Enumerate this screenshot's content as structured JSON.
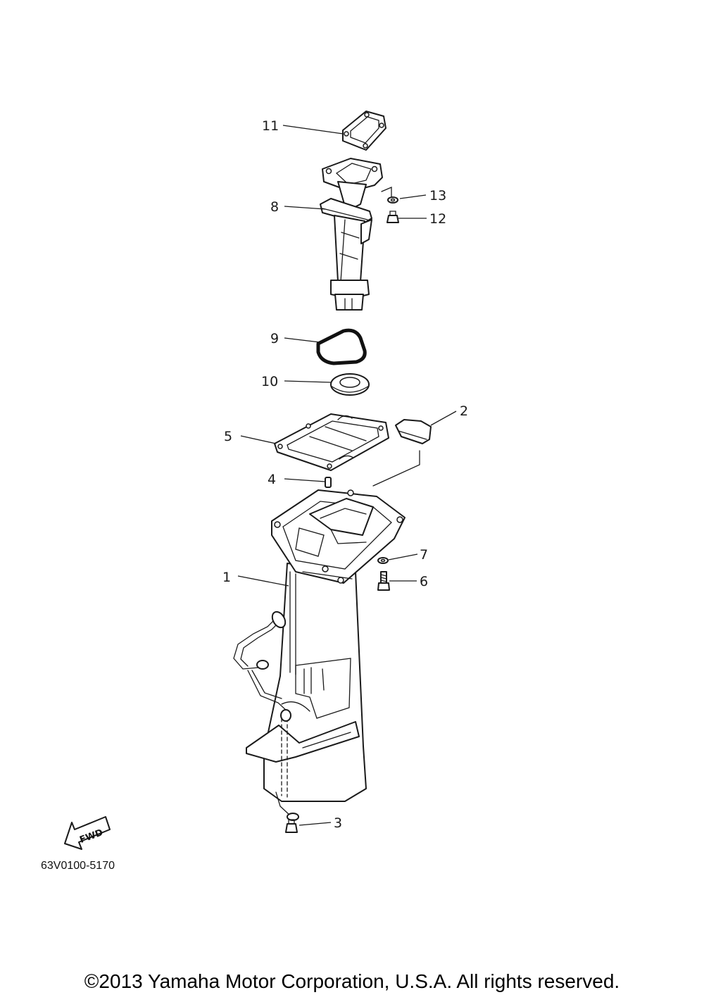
{
  "diagram": {
    "callouts": [
      {
        "id": "1",
        "label": "1"
      },
      {
        "id": "2",
        "label": "2"
      },
      {
        "id": "3",
        "label": "3"
      },
      {
        "id": "4",
        "label": "4"
      },
      {
        "id": "5",
        "label": "5"
      },
      {
        "id": "6",
        "label": "6"
      },
      {
        "id": "7",
        "label": "7"
      },
      {
        "id": "8",
        "label": "8"
      },
      {
        "id": "9",
        "label": "9"
      },
      {
        "id": "10",
        "label": "10"
      },
      {
        "id": "11",
        "label": "11"
      },
      {
        "id": "12",
        "label": "12"
      },
      {
        "id": "13",
        "label": "13"
      }
    ],
    "fwd_label": "FWD",
    "diagram_code": "63V0100-5170"
  },
  "footer": {
    "copyright": "©2013 Yamaha Motor Corporation, U.S.A. All rights reserved."
  }
}
